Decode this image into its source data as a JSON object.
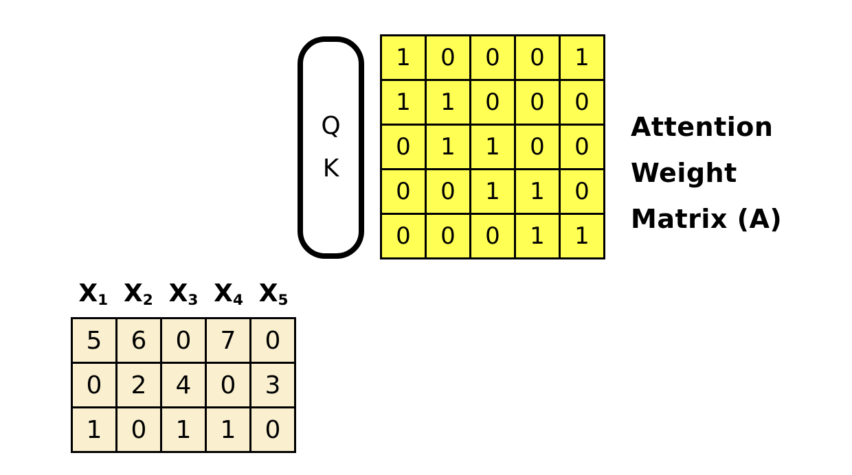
{
  "colors": {
    "page_background": "#ffffff",
    "attention_matrix_fill": "#ffff54",
    "input_matrix_fill": "#faf0d0",
    "line": "#000000",
    "text": "#000000"
  },
  "qk_pill": {
    "q_label": "Q",
    "k_label": "K"
  },
  "attention_matrix": {
    "rows": [
      [
        1,
        0,
        0,
        0,
        1
      ],
      [
        1,
        1,
        0,
        0,
        0
      ],
      [
        0,
        1,
        1,
        0,
        0
      ],
      [
        0,
        0,
        1,
        1,
        0
      ],
      [
        0,
        0,
        0,
        1,
        1
      ]
    ]
  },
  "attention_caption": {
    "lines": [
      "Attention",
      "Weight",
      "Matrix (A)"
    ]
  },
  "input_matrix": {
    "headers": [
      {
        "base": "X",
        "sub": "1"
      },
      {
        "base": "X",
        "sub": "2"
      },
      {
        "base": "X",
        "sub": "3"
      },
      {
        "base": "X",
        "sub": "4"
      },
      {
        "base": "X",
        "sub": "5"
      }
    ],
    "rows": [
      [
        5,
        6,
        0,
        7,
        0
      ],
      [
        0,
        2,
        4,
        0,
        3
      ],
      [
        1,
        0,
        1,
        1,
        0
      ]
    ]
  }
}
